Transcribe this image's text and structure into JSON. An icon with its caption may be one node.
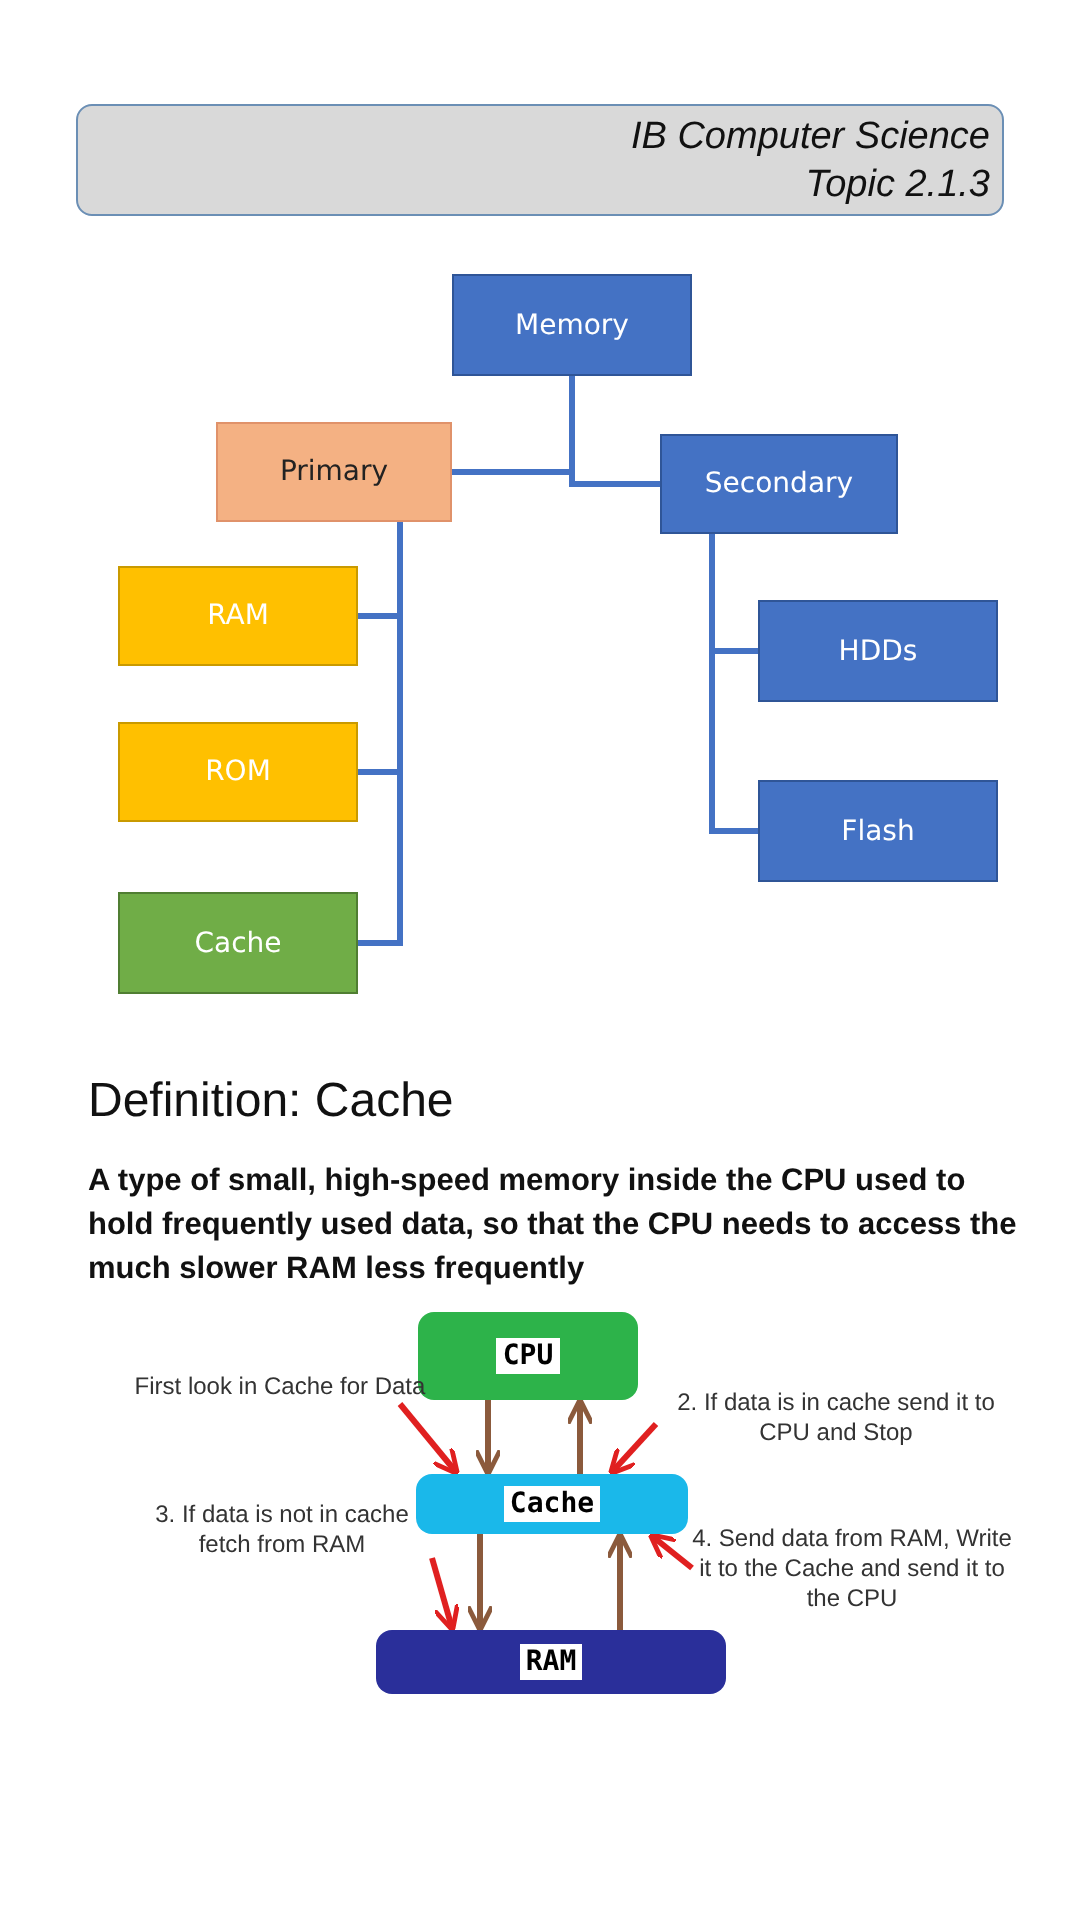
{
  "diagram": {
    "title": "IB Computer Science Topic 2.1.3",
    "nodes": [
      {
        "text": [
          "Memory"
        ]
      },
      {
        "text": [
          "Primary"
        ]
      },
      {
        "text": [
          "Secondary"
        ]
      },
      {
        "text": [
          "RAM"
        ]
      },
      {
        "text": [
          "ROM"
        ]
      },
      {
        "text": [
          "Cache"
        ]
      },
      {
        "text": [
          "HDDs"
        ]
      },
      {
        "text": [
          "Flash"
        ]
      },
      {
        "text": [
          "CPU"
        ]
      },
      {
        "text": [
          "Cache"
        ]
      },
      {
        "text": [
          "RAM"
        ]
      },
      {
        "text": [
          "First look in Cache for Data"
        ]
      },
      {
        "text": [
          "2. If data is in cache send it to CPU and Stop"
        ]
      },
      {
        "text": [
          "3. If data is not in cache fetch from RAM"
        ]
      },
      {
        "text": [
          "4. Send data from RAM, Write it to the Cache and send it to the CPU"
        ]
      }
    ],
    "edges": [
      {
        "from": 0,
        "to": 1,
        "arrow": "none"
      },
      {
        "from": 0,
        "to": 2,
        "arrow": "none"
      },
      {
        "from": 1,
        "to": 3,
        "arrow": "none"
      },
      {
        "from": 1,
        "to": 4,
        "arrow": "none"
      },
      {
        "from": 1,
        "to": 5,
        "arrow": "none"
      },
      {
        "from": 2,
        "to": 6,
        "arrow": "none"
      },
      {
        "from": 2,
        "to": 7,
        "arrow": "none"
      },
      {
        "from": 8,
        "to": 9,
        "arrow": "to",
        "color": "#8b5a3c"
      },
      {
        "from": 9,
        "to": 8,
        "arrow": "to",
        "color": "#8b5a3c"
      },
      {
        "from": 9,
        "to": 10,
        "arrow": "to",
        "color": "#8b5a3c"
      },
      {
        "from": 10,
        "to": 9,
        "arrow": "to",
        "color": "#8b5a3c"
      },
      {
        "from": 11,
        "to": 9,
        "arrow": "to",
        "color": "#e02020"
      },
      {
        "from": 12,
        "to": 9,
        "arrow": "to",
        "color": "#e02020"
      },
      {
        "from": 13,
        "to": 10,
        "arrow": "to",
        "color": "#e02020"
      },
      {
        "from": 14,
        "to": 9,
        "arrow": "to",
        "color": "#e02020"
      }
    ],
    "labels": [
      "Definition: Cache",
      "A type of small, high-speed memory inside the CPU used to hold frequently used data, so that the CPU needs to access the much slower RAM less frequently"
    ]
  }
}
